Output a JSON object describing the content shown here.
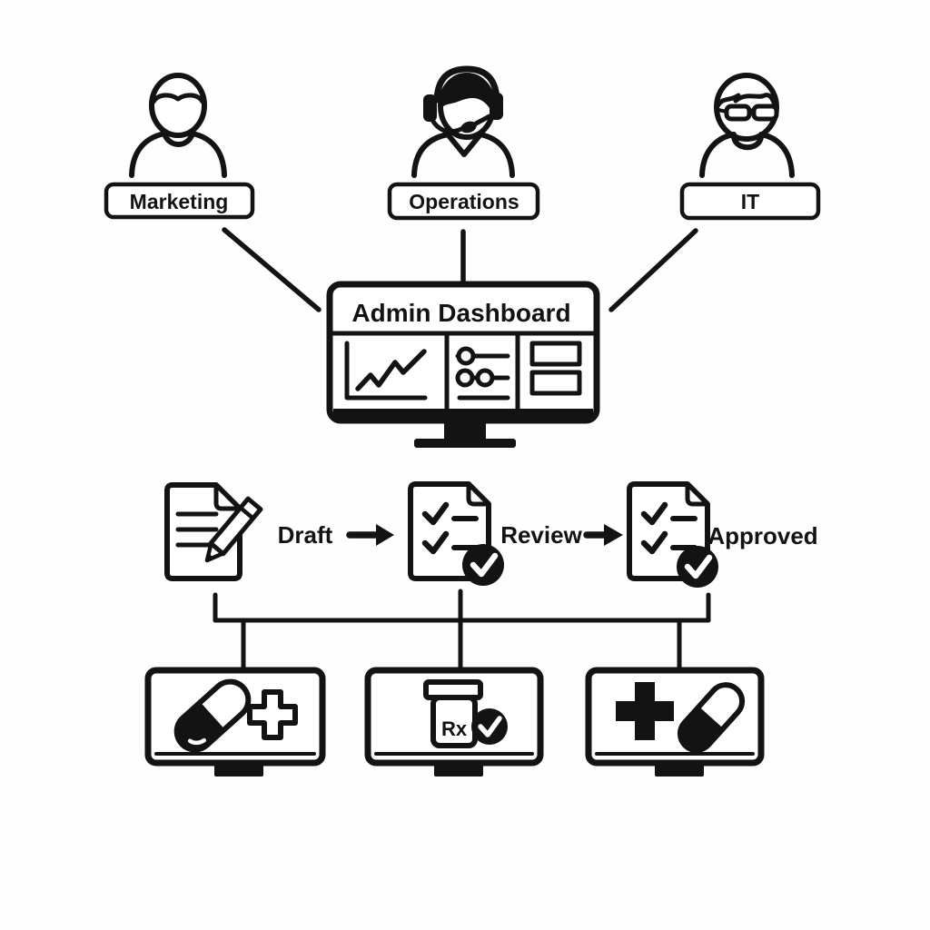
{
  "colors": {
    "ink": "#131313",
    "background": "#fefefe",
    "badge_check": "#ffffff"
  },
  "personas": [
    {
      "label": "Marketing",
      "icon": "person-icon"
    },
    {
      "label": "Operations",
      "icon": "person-headset-icon"
    },
    {
      "label": "IT",
      "icon": "person-glasses-icon"
    }
  ],
  "dashboard": {
    "title": "Admin Dashboard",
    "panels": [
      "line-chart",
      "slider-controls",
      "stacked-list"
    ]
  },
  "workflow": {
    "stages": [
      {
        "label": "Draft",
        "icon": "document-pencil-icon"
      },
      {
        "label": "Review",
        "icon": "checklist-document-check-icon"
      },
      {
        "label": "Approved",
        "icon": "checklist-document-check-icon"
      }
    ]
  },
  "screens": [
    {
      "icon": "capsule-and-cross-monitor"
    },
    {
      "icon": "rx-bottle-check-monitor",
      "rx_label": "Rx"
    },
    {
      "icon": "cross-and-capsule-monitor"
    }
  ]
}
